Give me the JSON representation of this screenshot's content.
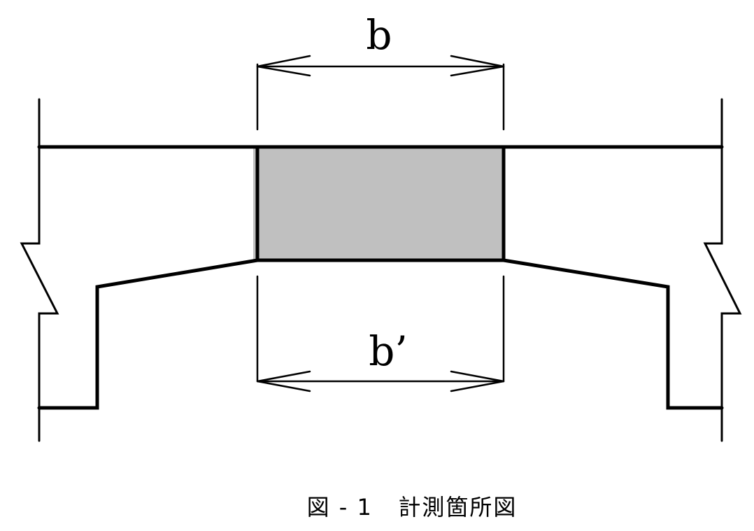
{
  "labels": {
    "top_width": "b",
    "bottom_width": "b’"
  },
  "caption": {
    "number": "図 - 1",
    "title": "計測箇所図"
  },
  "colors": {
    "shaded_section": "#c0c0c0",
    "line": "#000000"
  }
}
